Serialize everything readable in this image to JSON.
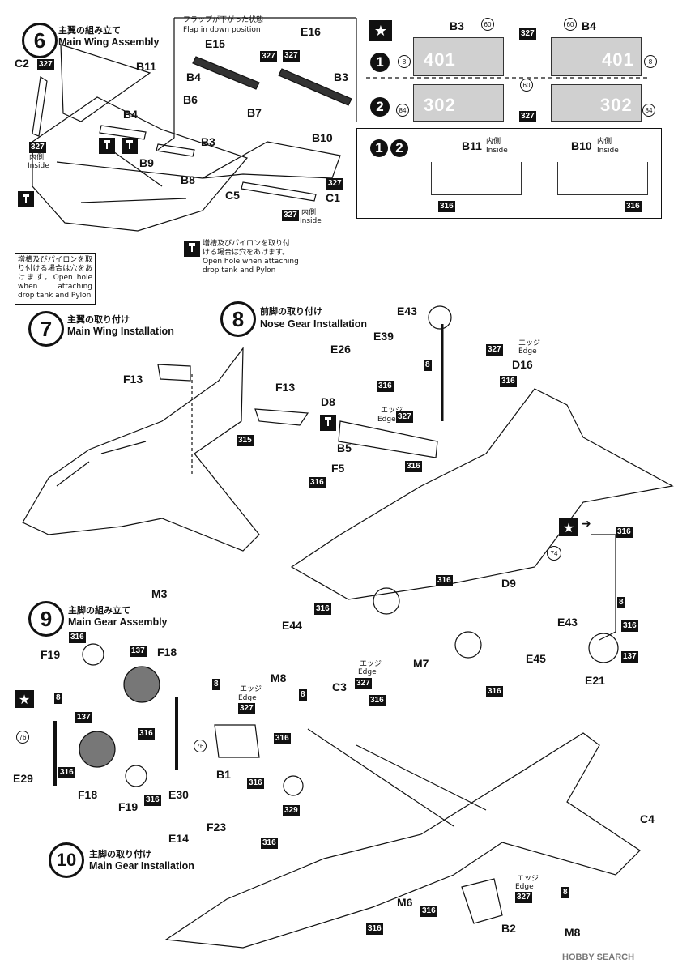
{
  "steps": {
    "s6": {
      "num": "6",
      "jp": "主翼の組み立て",
      "en": "Main Wing Assembly"
    },
    "s7": {
      "num": "7",
      "jp": "主翼の取り付け",
      "en": "Main Wing Installation"
    },
    "s8": {
      "num": "8",
      "jp": "前脚の取り付け",
      "en": "Nose Gear Installation"
    },
    "s9": {
      "num": "9",
      "jp": "主脚の組み立て",
      "en": "Main Gear Assembly"
    },
    "s10": {
      "num": "10",
      "jp": "主脚の取り付け",
      "en": "Main Gear Installation"
    }
  },
  "flap": {
    "jp": "フラップが下がった状態",
    "en": "Flap in down position"
  },
  "labels": {
    "inside_jp": "内側",
    "inside_en": "Inside",
    "edge_jp": "エッジ",
    "edge_en": "Edge"
  },
  "drill_note_left": "増槽及びパイロンを取り付ける場合は穴をあけます。Open hole when attaching drop tank and Pylon",
  "drill_note_center_jp": "増槽及びパイロンを取り付ける場合は穴をあけます。",
  "drill_note_center_en": "Open hole when attaching drop tank and Pylon",
  "options": {
    "opt1": "1",
    "opt2": "2"
  },
  "marks": {
    "star": "★",
    "arrow": "➜"
  },
  "panel_numbers": {
    "top_left": "401",
    "top_right": "401",
    "bottom_left": "302",
    "bottom_right": "302"
  },
  "paints": {
    "p327": "327",
    "p316": "316",
    "p315": "315",
    "p137": "137",
    "p329": "329",
    "p8": "8",
    "p60": "60",
    "p84": "84",
    "p74": "74",
    "p76": "76"
  },
  "parts": {
    "B11": "B11",
    "C2": "C2",
    "B4": "B4",
    "B9": "B9",
    "B3": "B3",
    "B8": "B8",
    "B10": "B10",
    "C5": "C5",
    "C1": "C1",
    "E15": "E15",
    "E16": "E16",
    "B6": "B6",
    "B7": "B7",
    "F13": "F13",
    "M3": "M3",
    "E43": "E43",
    "E39": "E39",
    "E26": "E26",
    "D16": "D16",
    "D8": "D8",
    "B5": "B5",
    "F5": "F5",
    "D9": "D9",
    "E44": "E44",
    "M8": "M8",
    "C3": "C3",
    "M7": "M7",
    "E45": "E45",
    "E21": "E21",
    "F19": "F19",
    "F18": "F18",
    "E29": "E29",
    "E30": "E30",
    "B1": "B1",
    "F23": "F23",
    "E14": "E14",
    "C4": "C4",
    "M6": "M6",
    "B2": "B2"
  },
  "watermark": "HOBBY SEARCH",
  "colors": {
    "ink": "#111111",
    "panel": "#d0d0d0"
  }
}
